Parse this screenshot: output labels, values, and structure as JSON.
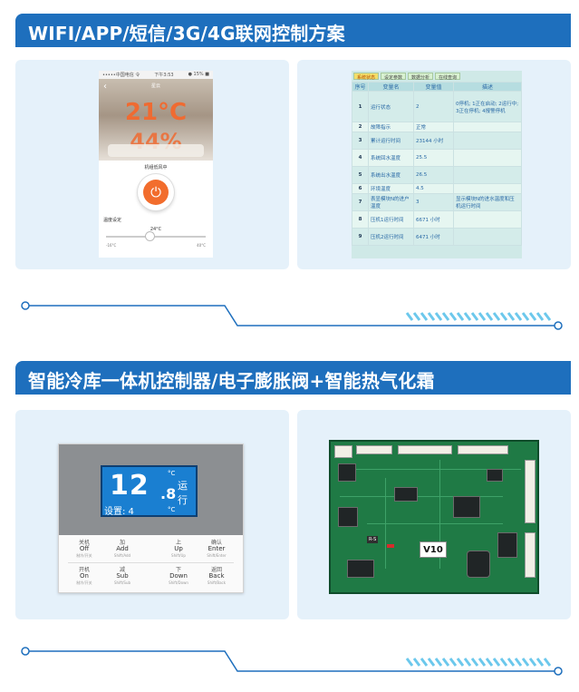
{
  "section1": {
    "title": "WIFI/APP/短信/3G/4G联网控制方案",
    "phone": {
      "status_left": "•••••中国电信 令",
      "status_time": "下午3:53",
      "status_right": "● 15% ■",
      "back_glyph": "‹",
      "header_title": "星云",
      "temperature": "21°C",
      "humidity": "44%",
      "mode": "机组低风中",
      "set_label": "温度设定",
      "slider_value": "24°C",
      "slider_min": "-16°C",
      "slider_max": "40°C"
    },
    "status_panel": {
      "tabs": [
        "系统状态",
        "设定参数",
        "数据分析",
        "在线查询"
      ],
      "columns": [
        "序号",
        "变量名",
        "变量值",
        "描述"
      ],
      "rows": [
        {
          "idx": "1",
          "name": "运行状态",
          "value": "2",
          "desc": "0停机; 1正在启动; 2运行中; 3正在停机; 4报警停机"
        },
        {
          "idx": "2",
          "name": "故障指示",
          "value": "正常",
          "desc": ""
        },
        {
          "idx": "3",
          "name": "累计运行时间",
          "value": "23144 小时",
          "desc": ""
        },
        {
          "idx": "4",
          "name": "系统回水温度",
          "value": "25.5",
          "desc": ""
        },
        {
          "idx": "5",
          "name": "系统出水温度",
          "value": "26.5",
          "desc": ""
        },
        {
          "idx": "6",
          "name": "环境温度",
          "value": "4.5",
          "desc": ""
        },
        {
          "idx": "7",
          "name": "表显模块N的进户温度",
          "value": "3",
          "desc": "显示模块N的进水温度和压机运行时间"
        },
        {
          "idx": "8",
          "name": "压机1运行时间",
          "value": "6671 小时",
          "desc": ""
        },
        {
          "idx": "9",
          "name": "压机2运行时间",
          "value": "6471 小时",
          "desc": ""
        }
      ]
    }
  },
  "section2": {
    "title": "智能冷库一体机控制器/电子膨胀阀+智能热气化霜",
    "controller": {
      "display_number": "12",
      "display_decimal": ".8",
      "display_unit_top": "°C",
      "display_unit_bottom": "°C",
      "display_status": "运行",
      "display_setting": "设置: 4",
      "keys": [
        {
          "cn": "关机",
          "en": "Off",
          "sub": "制冷/开关"
        },
        {
          "cn": "加",
          "en": "Add",
          "sub": "Shift/Add"
        },
        {
          "cn": "上",
          "en": "Up",
          "sub": "Shift/Up"
        },
        {
          "cn": "确认",
          "en": "Enter",
          "sub": "Shift/Enter"
        },
        {
          "cn": "开机",
          "en": "On",
          "sub": "制冷/开关"
        },
        {
          "cn": "减",
          "en": "Sub",
          "sub": "Shift/Sub"
        },
        {
          "cn": "下",
          "en": "Down",
          "sub": "Shift/Down"
        },
        {
          "cn": "返回",
          "en": "Back",
          "sub": "Shift/Back"
        }
      ]
    },
    "pcb": {
      "version_label": "V10",
      "model_label": "R-S"
    }
  },
  "colors": {
    "banner": "#1e6fbd",
    "card": "#e5f1fa",
    "accent_line": "#1e6fbd",
    "stripe": "#6cc8ec",
    "temperature": "#ef6b32",
    "power": "#f26d2d",
    "lcd": "#1a7fd1",
    "pcb": "#1f7a45"
  }
}
